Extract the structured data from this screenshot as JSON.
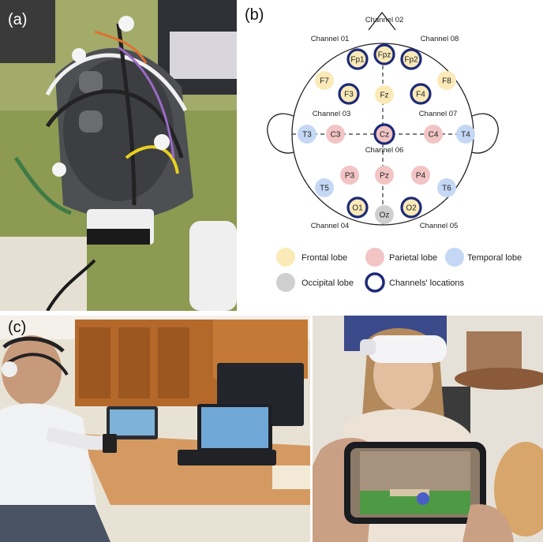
{
  "panel_labels": {
    "a": "(a)",
    "b": "(b)",
    "c": "(c)"
  },
  "map": {
    "electrodes": [
      "Fpz",
      "Fp1",
      "Fp2",
      "F7",
      "F8",
      "F3",
      "Fz",
      "F4",
      "T3",
      "C3",
      "Cz",
      "C4",
      "T4",
      "P3",
      "Pz",
      "P4",
      "T5",
      "T6",
      "O1",
      "O2",
      "Oz"
    ],
    "channel_labels": [
      "Channel 02",
      "Channel 01",
      "Channel 08",
      "Channel 03",
      "Channel 07",
      "Channel 06",
      "Channel 04",
      "Channel 05"
    ],
    "colors": {
      "frontal": "#fbeab8",
      "parietal": "#f2c4c4",
      "temporal": "#c4d8f5",
      "occipital": "#cfcfcf",
      "channel_ring": "#1e2a78"
    }
  },
  "legend": {
    "frontal": "Frontal lobe",
    "parietal": "Parietal lobe",
    "temporal": "Temporal lobe",
    "occipital": "Occipital lobe",
    "channels": "Channels' locations"
  }
}
